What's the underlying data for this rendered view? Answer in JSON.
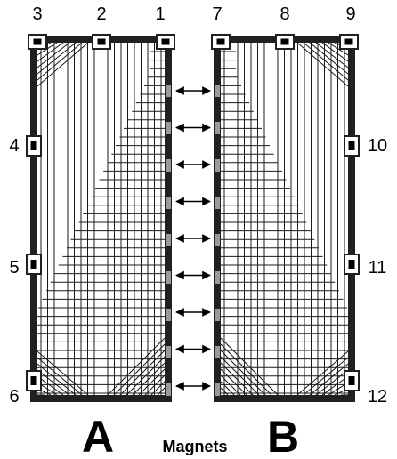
{
  "panels": [
    {
      "id": "A",
      "label": "A"
    },
    {
      "id": "B",
      "label": "B"
    }
  ],
  "corner_numbers": [
    "1",
    "2",
    "3",
    "4",
    "5",
    "6",
    "7",
    "8",
    "9",
    "10",
    "11",
    "12"
  ],
  "center_label": "Magnets",
  "connection_count": 9,
  "colors": {
    "frame": "#231f20",
    "grid": "#1a1a1a",
    "magnet": "#9a9a9a",
    "background": "#ffffff"
  }
}
